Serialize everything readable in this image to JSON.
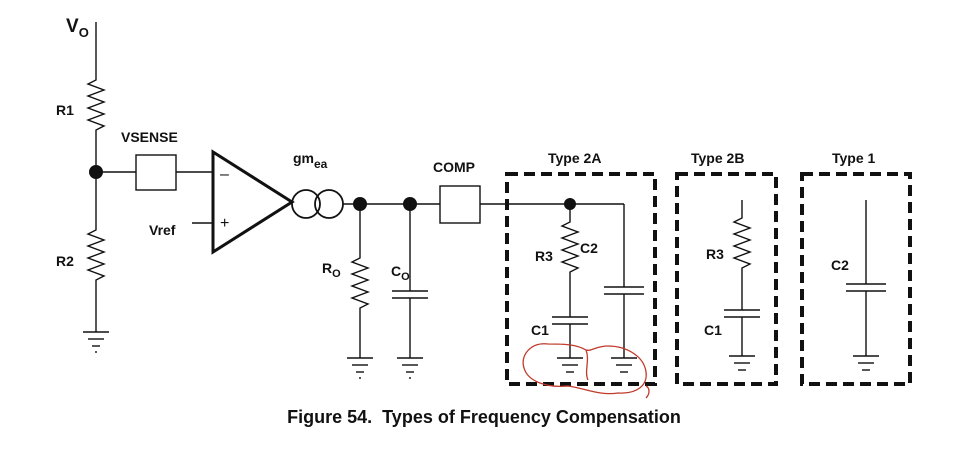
{
  "labels": {
    "vo_main": "V",
    "vo_sub": "O",
    "r1": "R1",
    "r2": "R2",
    "vsense": "VSENSE",
    "vref": "Vref",
    "op_minus": "–",
    "op_plus": "+",
    "gm_main": "gm",
    "gm_sub": "ea",
    "ro_main": "R",
    "ro_sub": "O",
    "co_main": "C",
    "co_sub": "O",
    "comp": "COMP",
    "type2a": "Type 2A",
    "type2a_r3": "R3",
    "type2a_c2": "C2",
    "type2a_c1": "C1",
    "type2b": "Type 2B",
    "type2b_r3": "R3",
    "type2b_c1": "C1",
    "type1": "Type 1",
    "type1_c2": "C2"
  },
  "caption": "Figure 54.  Types of Frequency Compensation",
  "colors": {
    "wire": "#111111",
    "annotation": "#c0392b"
  }
}
